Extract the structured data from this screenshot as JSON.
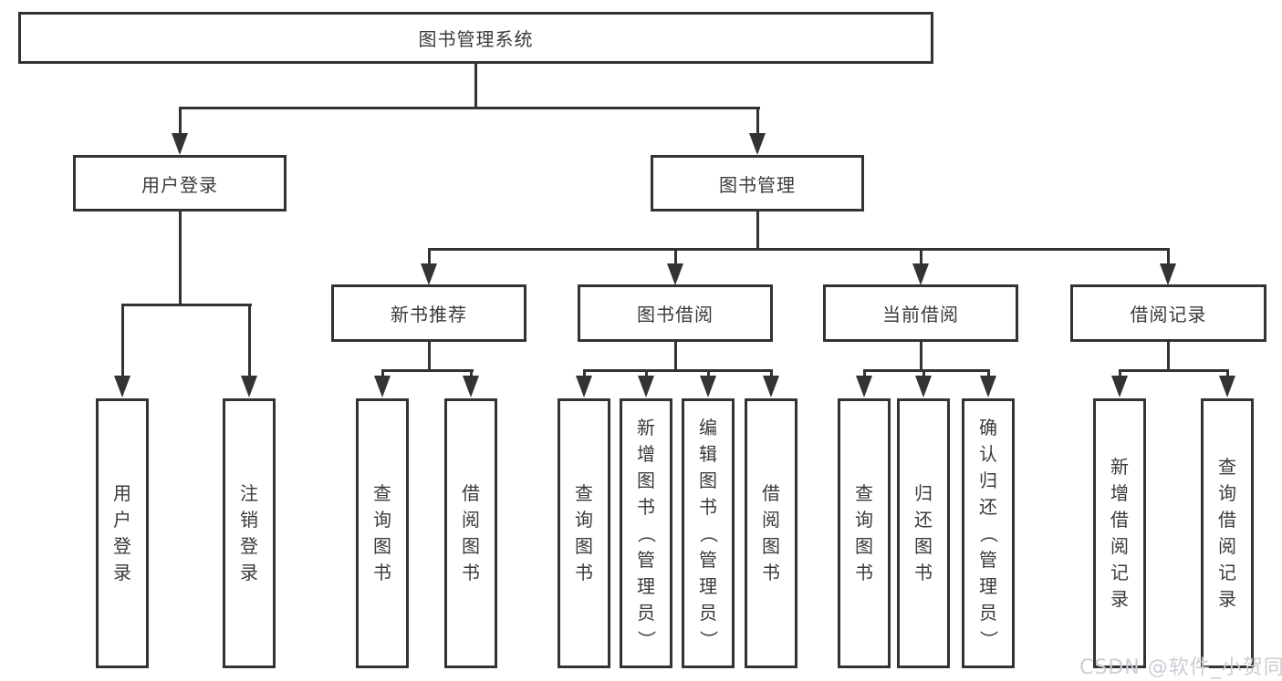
{
  "diagram": {
    "root": "图书管理系统",
    "level2": [
      "用户登录",
      "图书管理"
    ],
    "level3": [
      "新书推荐",
      "图书借阅",
      "当前借阅",
      "借阅记录"
    ],
    "leaves": [
      "用户登录",
      "注销登录",
      "查询图书",
      "借阅图书",
      "查询图书",
      "新增图书（管理员）",
      "编辑图书（管理员）",
      "借阅图书",
      "查询图书",
      "归还图书",
      "确认归还（管理员）",
      "新增借阅记录",
      "查询借阅记录"
    ]
  },
  "watermark": {
    "text": "CSDN @软件_小贺同学",
    "color": "#ccccd4"
  },
  "colors": {
    "line": "#333333",
    "text": "#3a3a3a",
    "background": "#ffffff"
  }
}
